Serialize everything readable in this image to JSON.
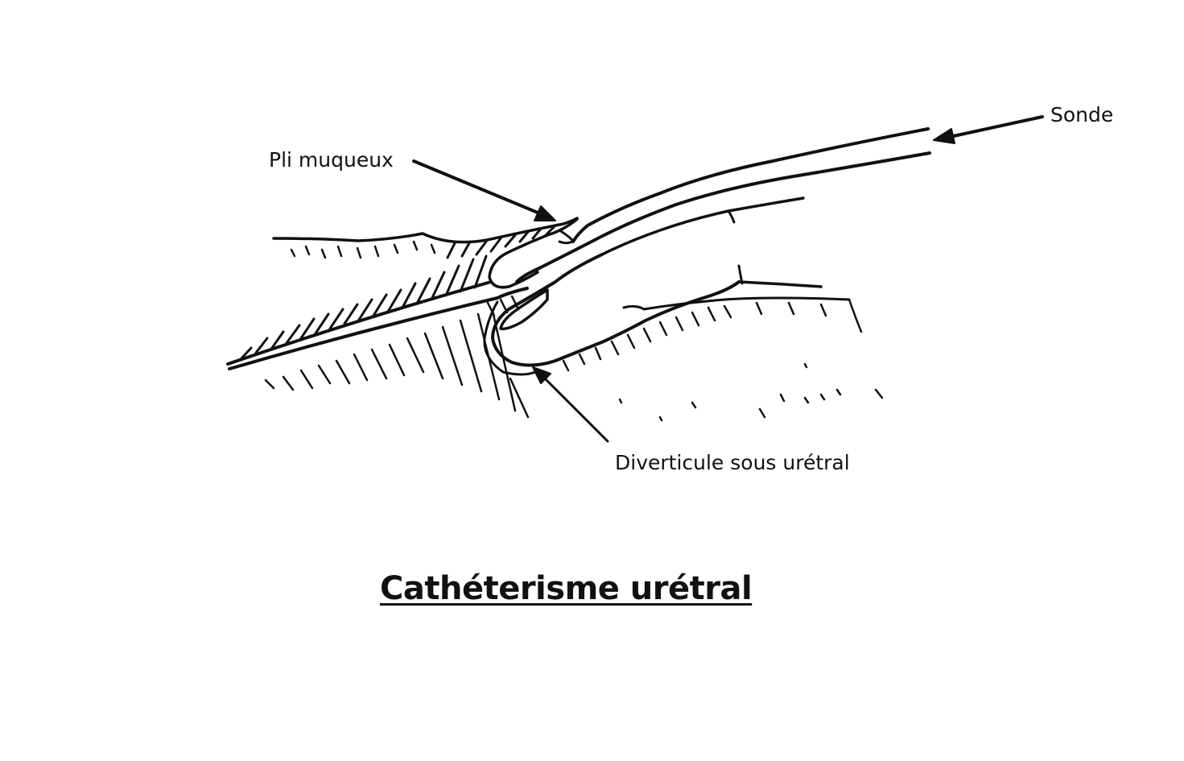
{
  "labels": {
    "sonde": "Sonde",
    "pli_muqueux": "Pli muqueux",
    "diverticule": "Diverticule sous urétral"
  },
  "caption": "Cathéterisme urétral",
  "colors": {
    "ink": "#111111",
    "background": "#ffffff"
  }
}
